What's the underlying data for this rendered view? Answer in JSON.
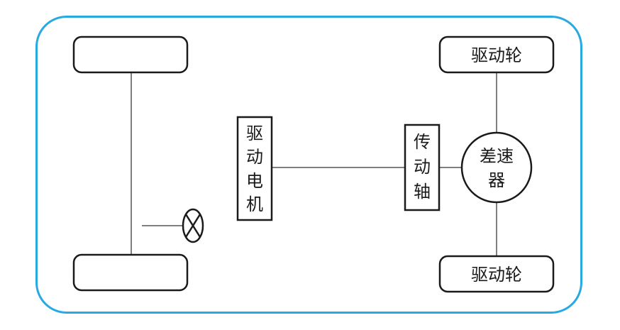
{
  "diagram": {
    "drive_wheel_top": "驱动轮",
    "drive_wheel_bottom": "驱动轮",
    "drive_motor": [
      "驱",
      "动",
      "电",
      "机"
    ],
    "drive_shaft": [
      "传",
      "动",
      "轴"
    ],
    "differential": [
      "差速",
      "器"
    ]
  },
  "colors": {
    "frame": "#27a9e1",
    "stroke": "#1a1a1a",
    "line": "#555555"
  }
}
